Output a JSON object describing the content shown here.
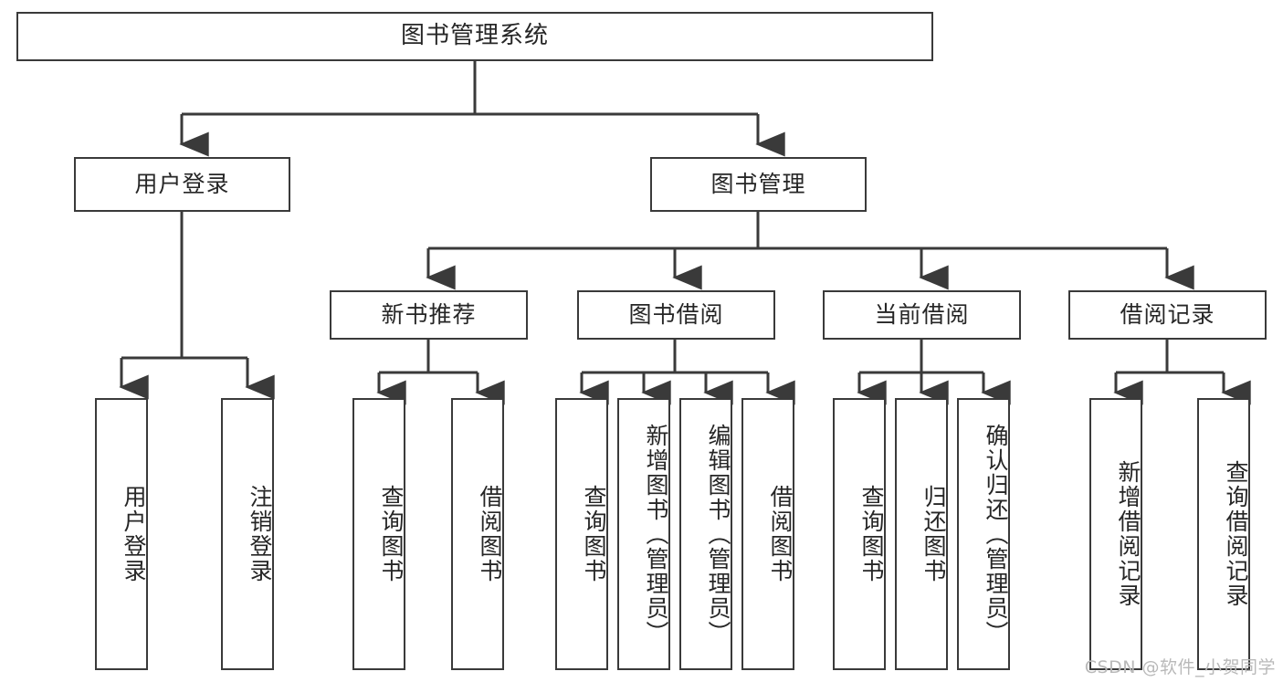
{
  "diagram": {
    "type": "tree-hierarchy",
    "title": "图书管理系统",
    "root": {
      "id": "root",
      "label": "图书管理系统"
    },
    "level2": [
      {
        "id": "user-login",
        "label": "用户登录"
      },
      {
        "id": "book-management",
        "label": "图书管理"
      }
    ],
    "level3": [
      {
        "id": "new-book-recommend",
        "label": "新书推荐",
        "parent": "book-management"
      },
      {
        "id": "book-borrow",
        "label": "图书借阅",
        "parent": "book-management"
      },
      {
        "id": "current-borrow",
        "label": "当前借阅",
        "parent": "book-management"
      },
      {
        "id": "borrow-record",
        "label": "借阅记录",
        "parent": "book-management"
      }
    ],
    "leaves": [
      {
        "id": "leaf-user-login",
        "label": "用户登录",
        "parent": "user-login"
      },
      {
        "id": "leaf-logout",
        "label": "注销登录",
        "parent": "user-login"
      },
      {
        "id": "leaf-query-book-1",
        "label": "查询图书",
        "parent": "new-book-recommend"
      },
      {
        "id": "leaf-borrow-book-1",
        "label": "借阅图书",
        "parent": "new-book-recommend"
      },
      {
        "id": "leaf-query-book-2",
        "label": "查询图书",
        "parent": "book-borrow"
      },
      {
        "id": "leaf-add-book",
        "label": "新增图书（管理员）",
        "parent": "book-borrow"
      },
      {
        "id": "leaf-edit-book",
        "label": "编辑图书（管理员）",
        "parent": "book-borrow"
      },
      {
        "id": "leaf-borrow-book-2",
        "label": "借阅图书",
        "parent": "book-borrow"
      },
      {
        "id": "leaf-query-book-3",
        "label": "查询图书",
        "parent": "current-borrow"
      },
      {
        "id": "leaf-return-book",
        "label": "归还图书",
        "parent": "current-borrow"
      },
      {
        "id": "leaf-confirm-return",
        "label": "确认归还（管理员）",
        "parent": "current-borrow"
      },
      {
        "id": "leaf-add-record",
        "label": "新增借阅记录",
        "parent": "borrow-record"
      },
      {
        "id": "leaf-query-record",
        "label": "查询借阅记录",
        "parent": "borrow-record"
      }
    ],
    "colors": {
      "stroke": "#3a3a3a",
      "fill": "#ffffff",
      "text": "#262626",
      "watermark": "#b9b9b9"
    }
  },
  "watermark": {
    "text": "CSDN @软件_小贺同学"
  }
}
